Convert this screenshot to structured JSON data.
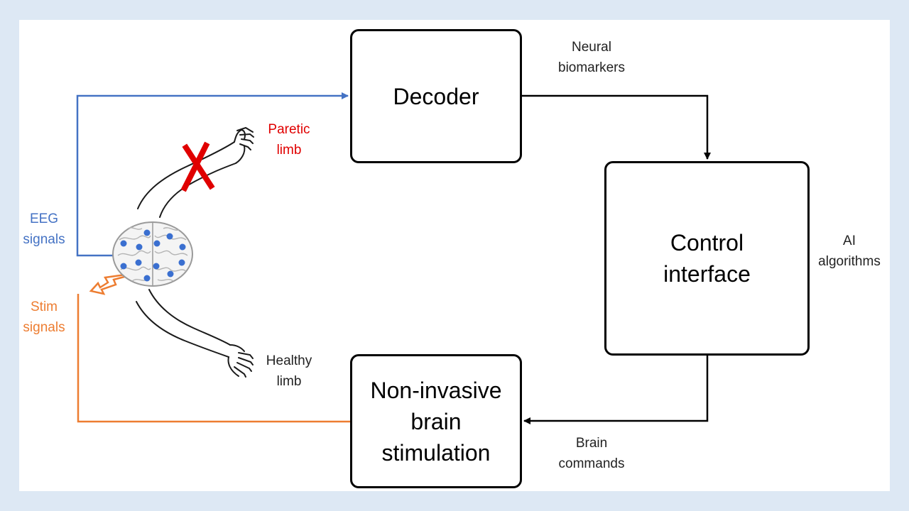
{
  "boxes": {
    "decoder": "Decoder",
    "control": "Control\ninterface",
    "stim": "Non-invasive\nbrain\nstimulation"
  },
  "labels": {
    "neural_biomarkers": "Neural\nbiomarkers",
    "ai_algorithms": "AI\nalgorithms",
    "brain_commands": "Brain\ncommands",
    "eeg_signals": "EEG\nsignals",
    "stim_signals": "Stim\nsignals",
    "paretic_limb": "Paretic\nlimb",
    "healthy_limb": "Healthy\nlimb"
  },
  "colors": {
    "eeg": "#4472c4",
    "stim": "#ed7d31",
    "paretic": "#e00000",
    "electrode": "#3a6fd0",
    "box_border": "#000000"
  },
  "icons": [
    "brain-icon",
    "paretic-arm-icon",
    "healthy-arm-icon",
    "red-x-icon",
    "lightning-bolt-icon"
  ]
}
